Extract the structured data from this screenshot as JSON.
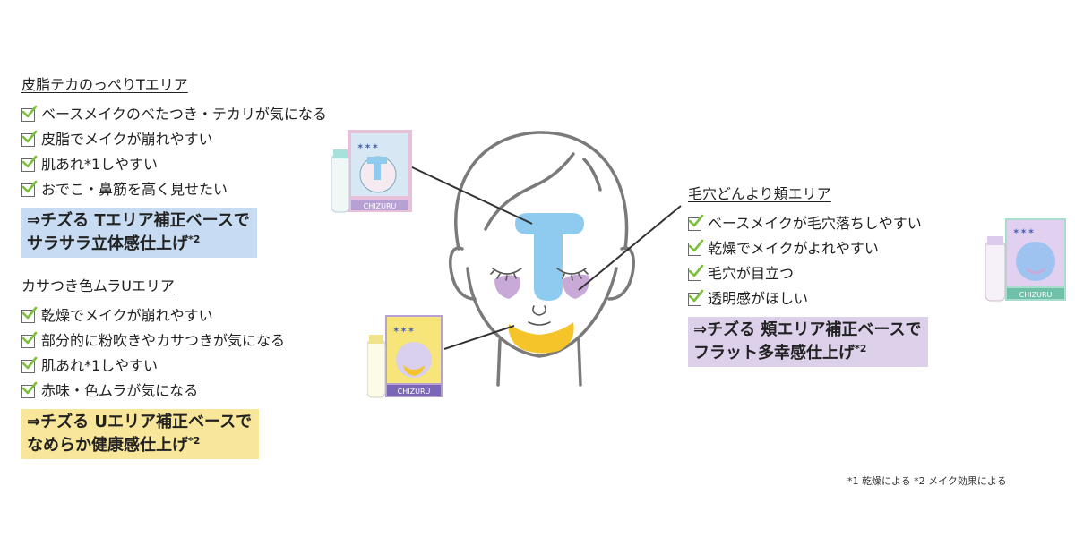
{
  "sections": {
    "t_zone": {
      "heading": "皮脂テカのっぺりTエリア",
      "items": [
        "ベースメイクのべたつき・テカリが気になる",
        "皮脂でメイクが崩れやすい",
        "肌あれ*1しやすい",
        "おでこ・鼻筋を高く見せたい"
      ],
      "callout_line1": "⇒チズる Tエリア補正ベースで",
      "callout_line2": "サラサラ立体感仕上げ",
      "callout_sup": "*2"
    },
    "u_zone": {
      "heading": "カサつき色ムラUエリア",
      "items": [
        "乾燥でメイクが崩れやすい",
        "部分的に粉吹きやカサつきが気になる",
        "肌あれ*1しやすい",
        "赤味・色ムラが気になる"
      ],
      "callout_line1": "⇒チズる Uエリア補正ベースで",
      "callout_line2": "なめらか健康感仕上げ",
      "callout_sup": "*2"
    },
    "cheek_zone": {
      "heading": "毛穴どんより頬エリア",
      "items": [
        "ベースメイクが毛穴落ちしやすい",
        "乾燥でメイクがよれやすい",
        "毛穴が目立つ",
        "透明感がほしい"
      ],
      "callout_line1": "⇒チズる 頬エリア補正ベースで",
      "callout_line2": "フラット多幸感仕上げ",
      "callout_sup": "*2"
    }
  },
  "product_label": "CHIZURU",
  "footnote": "*1 乾燥による *2 メイク効果による",
  "colors": {
    "t_zone": "#8ecbee",
    "u_zone": "#f5c42a",
    "cheek_zone": "#c9a9d8",
    "highlight_blue": "#c7dcf2",
    "highlight_yellow": "#f8e69a",
    "highlight_purple": "#ddd0ea",
    "check_green": "#7bbf3a"
  }
}
